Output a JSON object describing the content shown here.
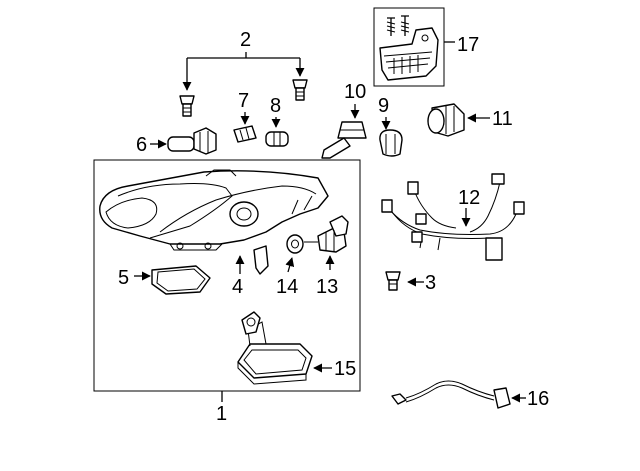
{
  "labels": {
    "l1": "1",
    "l2": "2",
    "l3": "3",
    "l4": "4",
    "l5": "5",
    "l6": "6",
    "l7": "7",
    "l8": "8",
    "l9": "9",
    "l10": "10",
    "l11": "11",
    "l12": "12",
    "l13": "13",
    "l14": "14",
    "l15": "15",
    "l16": "16",
    "l17": "17"
  },
  "colors": {
    "line": "#000000",
    "background": "#ffffff",
    "shade": "#d9d9d9"
  },
  "icons": [
    "headlamp-assembly",
    "bolt",
    "bulb",
    "socket",
    "gasket",
    "ballast",
    "wire-harness",
    "bracket-kit"
  ]
}
